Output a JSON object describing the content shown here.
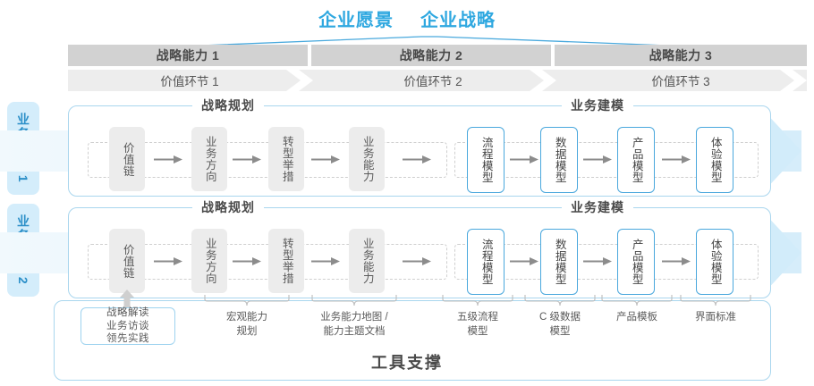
{
  "header": {
    "titles": [
      "企业愿景",
      "企业战略"
    ],
    "accent_color": "#2fa8e0"
  },
  "capability_row": {
    "items": [
      {
        "label": "战略能力 1"
      },
      {
        "label": "战略能力 2"
      },
      {
        "label": "战略能力 3"
      }
    ],
    "bg_color": "#d2d2d2"
  },
  "value_row": {
    "items": [
      {
        "label": "价值环节 1"
      },
      {
        "label": "价值环节 2"
      },
      {
        "label": "价值环节 3"
      }
    ],
    "bg_color": "#ededed"
  },
  "domains": [
    {
      "label": "业务领域 1"
    },
    {
      "label": "业务领域 2"
    }
  ],
  "sections": {
    "left_title": "战略规划",
    "right_title": "业务建模"
  },
  "flow": {
    "left_boxes": [
      {
        "label": "价值链"
      },
      {
        "label": "业务方向"
      },
      {
        "label": "转型举措"
      },
      {
        "label": "业务能力"
      }
    ],
    "right_boxes": [
      {
        "label": "流程模型"
      },
      {
        "label": "数据模型"
      },
      {
        "label": "产品模型"
      },
      {
        "label": "体验模型"
      }
    ],
    "gray_box_color": "#ececec",
    "blue_box_border": "#4aa8dd"
  },
  "tools": {
    "title": "工具支撑",
    "first_box": "战略解读\n业务访谈\n领先实践",
    "labels": [
      {
        "line1": "宏观能力",
        "line2": "规划"
      },
      {
        "line1": "业务能力地图 /",
        "line2": "能力主题文档"
      },
      {
        "line1": "五级流程",
        "line2": "模型"
      },
      {
        "line1": "C 级数据",
        "line2": "模型"
      },
      {
        "line1": "产品模板",
        "line2": ""
      },
      {
        "line1": "界面标准",
        "line2": ""
      }
    ]
  }
}
